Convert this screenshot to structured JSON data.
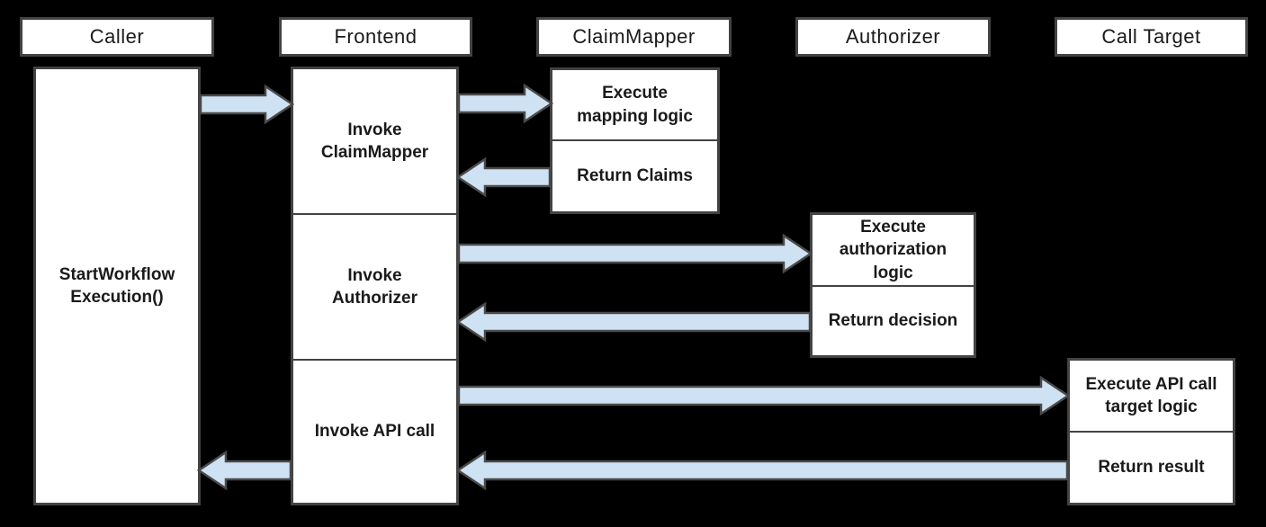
{
  "colors": {
    "background": "#000000",
    "box_fill": "#ffffff",
    "box_border": "#434343",
    "arrow_fill": "#cfe2f3",
    "arrow_outline": "#4a4a4a",
    "text": "#1a1a1a"
  },
  "actors": [
    {
      "label": "Caller"
    },
    {
      "label": "Frontend"
    },
    {
      "label": "ClaimMapper"
    },
    {
      "label": "Authorizer"
    },
    {
      "label": "Call Target"
    }
  ],
  "caller": {
    "activation": "StartWorkflow\nExecution()"
  },
  "frontend": {
    "steps": [
      "Invoke\nClaimMapper",
      "Invoke\nAuthorizer",
      "Invoke API call"
    ]
  },
  "claim_mapper": {
    "steps": [
      "Execute\nmapping logic",
      "Return Claims"
    ]
  },
  "authorizer": {
    "steps": [
      "Execute\nauthorization\nlogic",
      "Return decision"
    ]
  },
  "call_target": {
    "steps": [
      "Execute API call\ntarget logic",
      "Return result"
    ]
  },
  "arrows": [
    {
      "from": "Caller",
      "to": "Frontend",
      "direction": "right"
    },
    {
      "from": "Frontend",
      "to": "ClaimMapper",
      "direction": "right"
    },
    {
      "from": "ClaimMapper",
      "to": "Frontend",
      "direction": "left"
    },
    {
      "from": "Frontend",
      "to": "Authorizer",
      "direction": "right"
    },
    {
      "from": "Authorizer",
      "to": "Frontend",
      "direction": "left"
    },
    {
      "from": "Frontend",
      "to": "Call Target",
      "direction": "right"
    },
    {
      "from": "Call Target",
      "to": "Frontend",
      "direction": "left"
    },
    {
      "from": "Frontend",
      "to": "Caller",
      "direction": "left"
    }
  ]
}
